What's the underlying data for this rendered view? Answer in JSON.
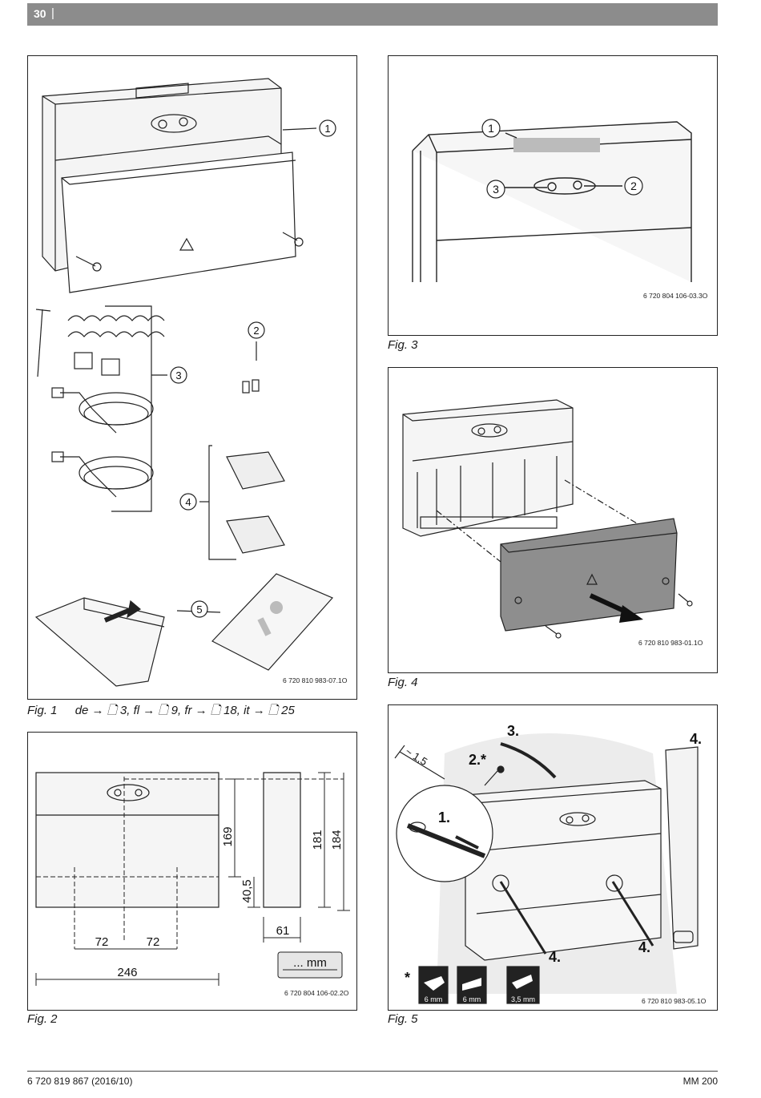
{
  "header": {
    "page_number": "30",
    "separator": "|"
  },
  "figures": {
    "fig1": {
      "caption": "Fig. 1",
      "refs": "de → 🗋 3, fl → 🗋 9, fr → 🗋 18, it → 🗋 25",
      "code": "6 720 810 983-07.1O",
      "callouts": [
        "1",
        "2",
        "3",
        "4",
        "5"
      ]
    },
    "fig2": {
      "caption": "Fig. 2",
      "code": "6 720 804 106-02.2O",
      "dims": {
        "d169": "169",
        "d40_5": "40,5",
        "d181": "181",
        "d184": "184",
        "d61": "61",
        "d72a": "72",
        "d72b": "72",
        "d246": "246"
      },
      "unit_label": "... mm"
    },
    "fig3": {
      "caption": "Fig. 3",
      "code": "6 720 804 106-03.3O",
      "callouts": [
        "1",
        "3",
        "2"
      ]
    },
    "fig4": {
      "caption": "Fig. 4",
      "code": "6 720 810 983-01.1O"
    },
    "fig5": {
      "caption": "Fig. 5",
      "code": "6 720 810 983-05.1O",
      "steps": {
        "s1": "1.",
        "s2": "2.*",
        "s3": "3.",
        "s4a": "4.",
        "s4b": "4.",
        "s4c": "4."
      },
      "measure_1_5": "~ 1,5",
      "asterisk": "*",
      "tools": [
        "6 mm",
        "6 mm",
        "3,5 mm"
      ]
    }
  },
  "footer": {
    "doc_number": "6 720 819 867 (2016/10)",
    "product": "MM 200"
  }
}
